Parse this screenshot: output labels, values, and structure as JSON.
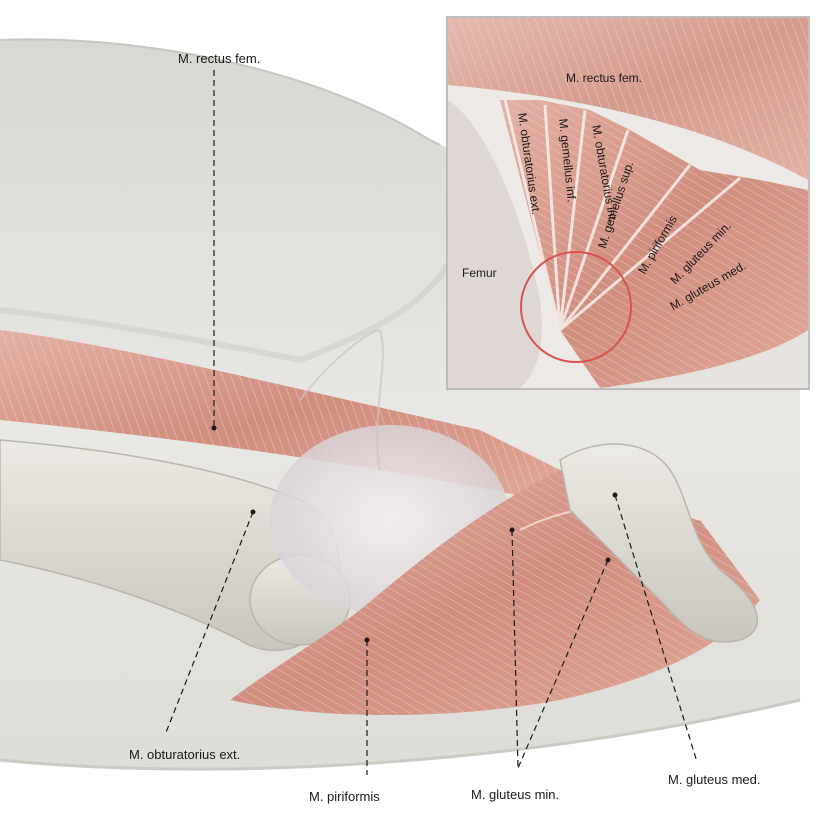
{
  "labels": {
    "rectus_fem": "M. rectus fem.",
    "obturatorius_ext": "M. obturatorius ext.",
    "piriformis": "M. piriformis",
    "gluteus_min": "M. gluteus min.",
    "gluteus_med": "M. gluteus med."
  },
  "inset": {
    "rectus_fem": "M. rectus fem.",
    "obturatorius_ext": "M. obturatorius ext.",
    "gemellus_inf": "M. gemellus inf.",
    "obturatorius_int": "M. obturatorius int.",
    "gemellus_sup": "M. gemellus sup.",
    "piriformis": "M. piriformis",
    "gluteus_min": "M. gluteus min.",
    "gluteus_med": "M. gluteus med.",
    "femur": "Femur"
  },
  "colors": {
    "skin": "#e4e2de",
    "bone": "#d9d7cf",
    "muscle": "#d99a8c",
    "muscle_dark": "#b8695c",
    "highlight_circle": "#d9534f",
    "leader_line": "#1a1a1a",
    "inset_border": "#a9a9a9"
  }
}
